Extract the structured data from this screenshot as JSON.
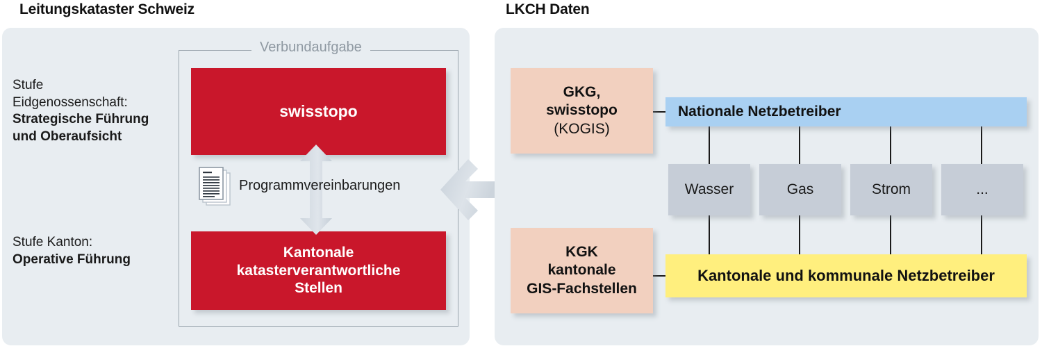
{
  "left_panel": {
    "title": "Leitungskataster Schweiz",
    "verbund_label": "Verbundaufgabe",
    "levels": [
      {
        "line1": "Stufe",
        "line2": "Eidgenossenschaft:",
        "bold1": "Strategische Führung",
        "bold2": "und Oberaufsicht"
      },
      {
        "line1": "Stufe Kanton:",
        "bold1": "Operative Führung"
      }
    ],
    "boxes": {
      "swisstopo": "swisstopo",
      "kantonale": "Kantonale katasterverantwortliche Stellen"
    },
    "agreement_label": "Programmvereinbarungen",
    "icons": {
      "documents": "documents-icon",
      "vertical_double_arrow": "double-arrow-vertical-icon",
      "left_arrow": "left-arrow-icon"
    }
  },
  "right_panel": {
    "title": "LKCH Daten",
    "gkg": {
      "line1": "GKG,",
      "line2": "swisstopo",
      "line3": "(KOGIS)"
    },
    "kgk": {
      "line1": "KGK",
      "line2": "kantonale",
      "line3": "GIS-Fachstellen"
    },
    "national_operators": "Nationale Netzbetreiber",
    "cantonal_operators": "Kantonale und kommunale Netzbetreiber",
    "sectors": [
      "Wasser",
      "Gas",
      "Strom",
      "..."
    ]
  },
  "colors": {
    "panel_bg": "#e8edf1",
    "red": "#c9172b",
    "pink": "#f2d0bf",
    "blue": "#a9d0f2",
    "yellow": "#ffef7e",
    "gray_box": "#c6cdd7",
    "legend_text": "#8f99a2",
    "line": "#1a1a1a"
  }
}
